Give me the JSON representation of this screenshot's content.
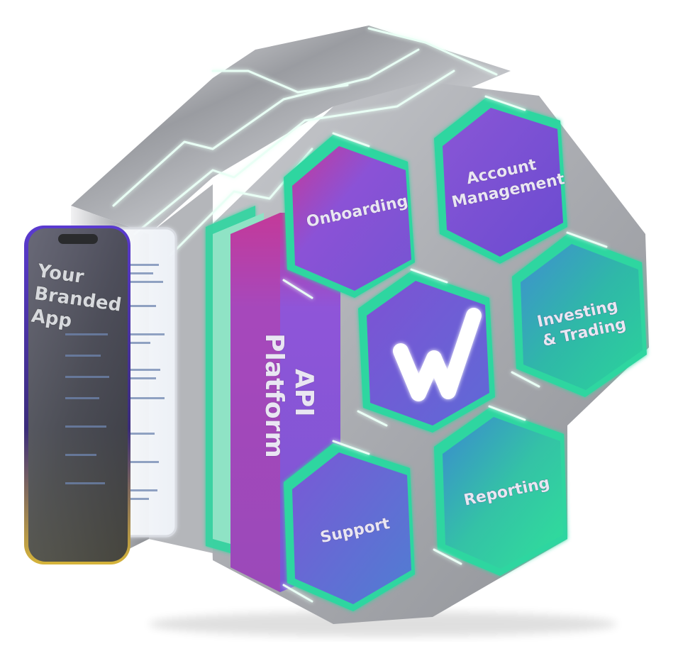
{
  "phone": {
    "label_lines": [
      "Your",
      "Branded",
      "App"
    ]
  },
  "platform": {
    "label_lines": [
      "API",
      "Platform"
    ]
  },
  "modules": {
    "onboarding": "Onboarding",
    "account_management_lines": [
      "Account",
      "Management"
    ],
    "investing_trading_lines": [
      "Investing",
      "& Trading"
    ],
    "reporting": "Reporting",
    "support": "Support",
    "center_logo": "W"
  },
  "colors": {
    "metal_light": "#d9dadd",
    "metal_dark": "#6d7074",
    "purple": "#7b4fd0",
    "teal": "#2fd1a0",
    "neon": "#c8ffe8",
    "magenta": "#c43a9a"
  }
}
